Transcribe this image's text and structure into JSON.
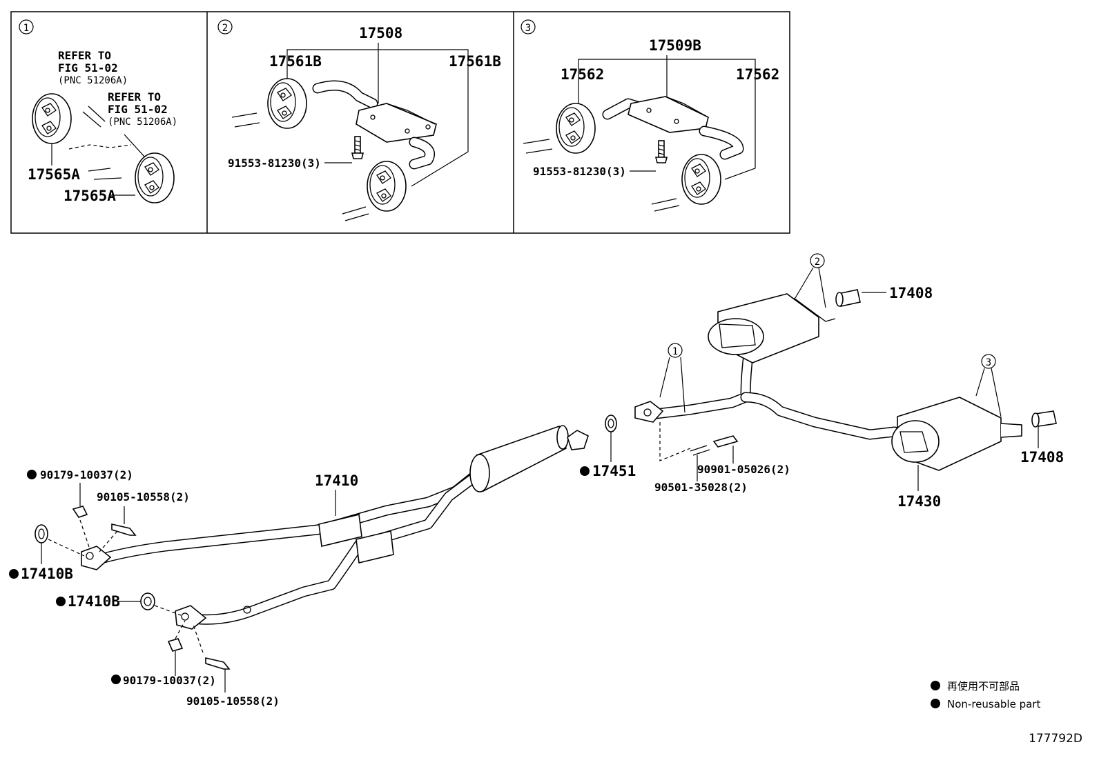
{
  "insets": [
    {
      "number": "1",
      "refer_1": [
        "REFER TO",
        "FIG 51-02",
        "(PNC 51206A)"
      ],
      "refer_2": [
        "REFER TO",
        "FIG 51-02",
        "(PNC 51206A)"
      ],
      "hanger_label_a": "17565A",
      "hanger_label_b": "17565A"
    },
    {
      "number": "2",
      "bracket_label": "17508",
      "hanger_left": "17561B",
      "hanger_right": "17561B",
      "bolt_label": "91553-81230(3)"
    },
    {
      "number": "3",
      "bracket_label": "17509B",
      "hanger_left": "17562",
      "hanger_right": "17562",
      "bolt_label": "91553-81230(3)"
    }
  ],
  "main": {
    "callouts": {
      "c1": "1",
      "c2": "2",
      "c3": "3"
    },
    "labels": {
      "front_pipe": "17410",
      "gasket_a": "17410B",
      "gasket_b": "17410B",
      "nut_a": "90179-10037(2)",
      "nut_b": "90179-10037(2)",
      "bolt_a": "90105-10558(2)",
      "bolt_b": "90105-10558(2)",
      "gasket_center": "17451",
      "spring": "90501-35028(2)",
      "bolt_center": "90901-05026(2)",
      "tail_pipe": "17430",
      "tip_upper": "17408",
      "tip_lower": "17408"
    }
  },
  "legend": {
    "jp": "再使用不可部品",
    "en": "Non-reusable part"
  },
  "figure_id": "177792D"
}
